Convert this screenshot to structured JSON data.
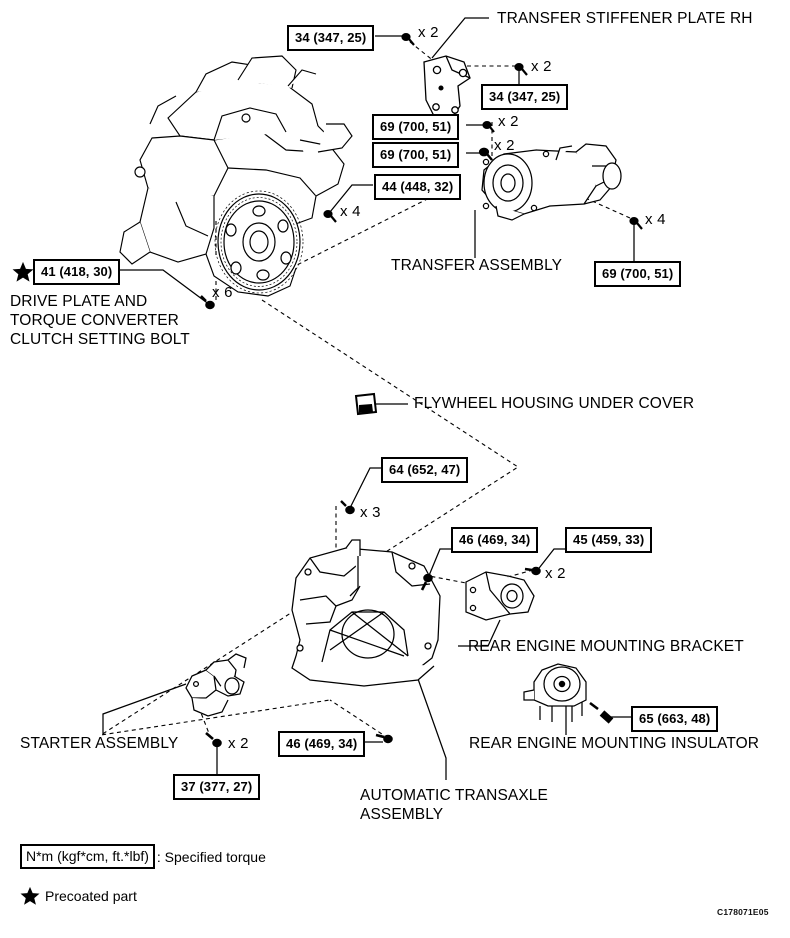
{
  "diagram": {
    "title": "Automatic Transaxle / Transfer Assembly Exploded View",
    "code": "C178071E05",
    "ink_color": "#000000",
    "background": "#ffffff"
  },
  "torque_callouts": [
    {
      "id": "tq-transfer-stiffener-upper",
      "text": "34 (347, 25)",
      "qty": "x 2"
    },
    {
      "id": "tq-transfer-stiffener-lower",
      "text": "34 (347, 25)",
      "qty": "x 2"
    },
    {
      "id": "tq-transfer-upper-1",
      "text": "69 (700, 51)",
      "qty": "x 2"
    },
    {
      "id": "tq-transfer-upper-2",
      "text": "69 (700, 51)",
      "qty": "x 2"
    },
    {
      "id": "tq-transfer-mount",
      "text": "44 (448, 32)",
      "qty": "x 4"
    },
    {
      "id": "tq-transfer-rear",
      "text": "69 (700, 51)",
      "qty": "x 4"
    },
    {
      "id": "tq-drive-plate",
      "text": "41 (418, 30)",
      "qty": "x 6",
      "precoated": true
    },
    {
      "id": "tq-transaxle-upper",
      "text": "64 (652, 47)",
      "qty": "x 3"
    },
    {
      "id": "tq-rear-bracket",
      "text": "46 (469, 34)",
      "qty": ""
    },
    {
      "id": "tq-rear-insulator-bolt",
      "text": "45 (459, 33)",
      "qty": "x 2"
    },
    {
      "id": "tq-transaxle-lower",
      "text": "46 (469, 34)",
      "qty": ""
    },
    {
      "id": "tq-starter",
      "text": "37 (377, 27)",
      "qty": "x 2"
    },
    {
      "id": "tq-insulator",
      "text": "65 (663, 48)",
      "qty": ""
    }
  ],
  "part_labels": [
    {
      "id": "transfer-stiffener-plate-rh",
      "text": "TRANSFER STIFFENER PLATE RH"
    },
    {
      "id": "transfer-assembly",
      "text": "TRANSFER ASSEMBLY"
    },
    {
      "id": "drive-plate-bolt",
      "text": "DRIVE PLATE AND\nTORQUE CONVERTER\nCLUTCH SETTING BOLT"
    },
    {
      "id": "flywheel-housing-under-cover",
      "text": "FLYWHEEL HOUSING UNDER COVER"
    },
    {
      "id": "rear-engine-mounting-bracket",
      "text": "REAR ENGINE MOUNTING BRACKET"
    },
    {
      "id": "rear-engine-mounting-insulator",
      "text": "REAR ENGINE MOUNTING INSULATOR"
    },
    {
      "id": "starter-assembly",
      "text": "STARTER ASSEMBLY"
    },
    {
      "id": "automatic-transaxle-assembly",
      "text": "AUTOMATIC TRANSAXLE\nASSEMBLY"
    }
  ],
  "legend": {
    "torque_unit_box": "N*m (kgf*cm, ft.*lbf)",
    "torque_unit_tail": ": Specified torque",
    "precoated_text": "Precoated part"
  }
}
